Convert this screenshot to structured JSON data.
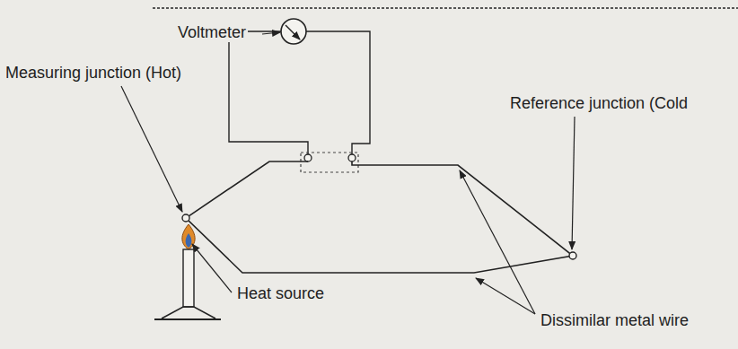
{
  "diagram": {
    "labels": [
      "Voltmeter",
      "Measuring junction (Hot)",
      "Reference junction (Cold",
      "Heat source",
      "Dissimilar metal wire"
    ]
  }
}
